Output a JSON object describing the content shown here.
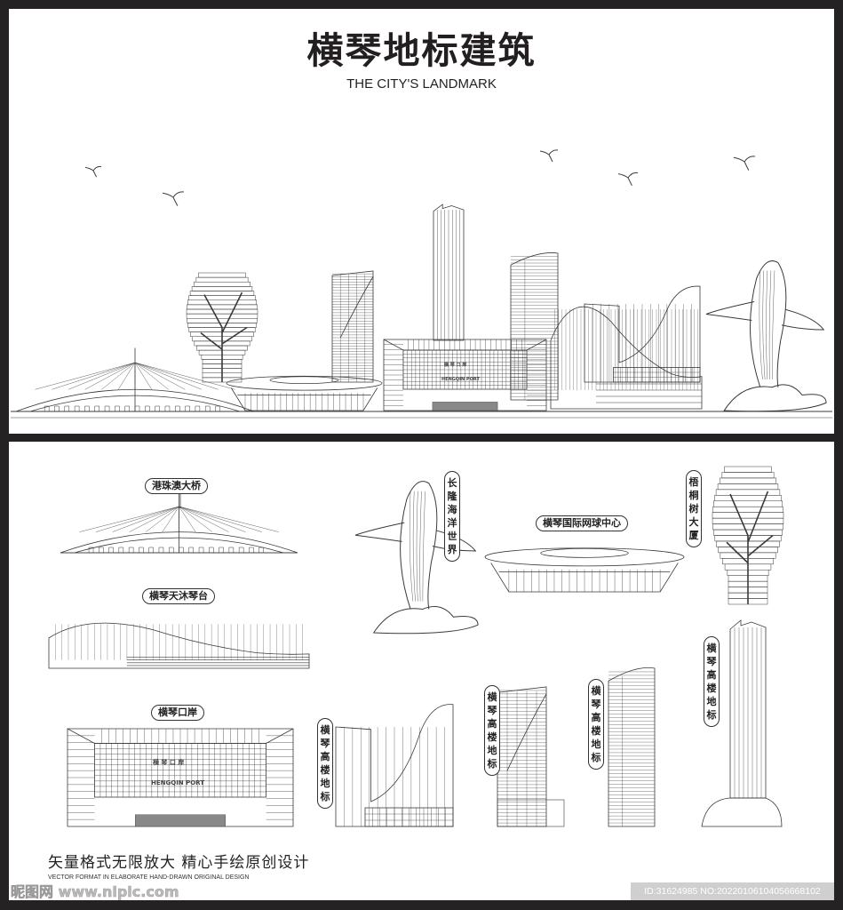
{
  "header": {
    "title": "横琴地标建筑",
    "subtitle": "THE CITY'S LANDMARK"
  },
  "labels": {
    "bridge": "港珠澳大桥",
    "ocean_world": "长隆海洋世界",
    "tennis_center": "横琴国际网球中心",
    "wutong_tower": "梧桐树大厦",
    "tianmu": "横琴天沐琴台",
    "port": "横琴口岸",
    "highrise_1": "横琴高楼地标",
    "highrise_2": "横琴高楼地标",
    "highrise_3": "横琴高楼地标",
    "highrise_4": "横琴高楼地标"
  },
  "port_sign": {
    "cn": "横 琴 口 岸",
    "en": "HENGQIN PORT"
  },
  "footer": {
    "slogan": "矢量格式无限放大  精心手绘原创设计",
    "slogan_en": "VECTOR FORMAT IN ELABORATE HAND-DRAWN ORIGINAL DESIGN",
    "watermark_left": "昵图网 www.nipic.com",
    "watermark_right": "ID:31624985 NO:20220106104056668102"
  },
  "colors": {
    "frame": "#252223",
    "line": "#3a3a3a",
    "watermark_bg": "#cfcfcf"
  }
}
